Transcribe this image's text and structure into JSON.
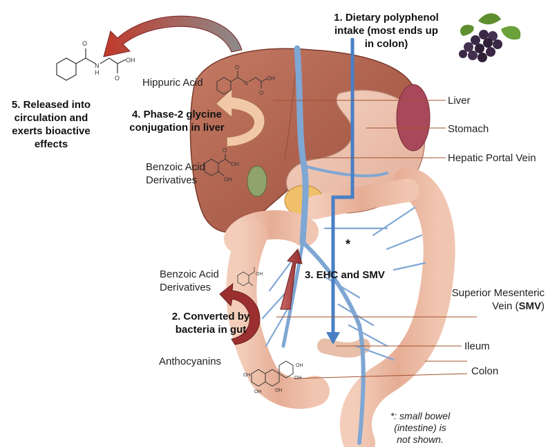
{
  "steps": {
    "step1_line1": "1.  Dietary polyphenol",
    "step1_line2": "intake (most ends up",
    "step1_line3": "in colon)",
    "step2_line1": "2. Converted by",
    "step2_line2": "bacteria in gut",
    "step3": "3. EHC and SMV",
    "step4_line1": "4. Phase-2 glycine",
    "step4_line2": "conjugation in liver",
    "step5_line1": "5. Released into",
    "step5_line2": "circulation and",
    "step5_line3": "exerts bioactive",
    "step5_line4": "effects"
  },
  "compounds": {
    "hippuric_acid": "Hippuric Acid",
    "benzoic_upper_line1": "Benzoic Acid",
    "benzoic_upper_line2": "Derivatives",
    "benzoic_lower_line1": "Benzoic Acid",
    "benzoic_lower_line2": "Derivatives",
    "anthocyanins": "Anthocyanins"
  },
  "organs": {
    "liver": "Liver",
    "stomach": "Stomach",
    "hepatic_portal_vein": "Hepatic Portal Vein",
    "smv_line1": "Superior Mesenteric",
    "smv_line2_prefix": "Vein (",
    "smv_abbr": "SMV",
    "smv_line2_suffix": ")",
    "ileum": "Ileum",
    "colon": "Colon"
  },
  "footnote": {
    "asterisk": "*",
    "line1": "*: small bowel",
    "line2": "(intestine) is",
    "line3": "not shown."
  },
  "molecule_labels": {
    "o": "O",
    "oh": "OH",
    "n": "N",
    "h": "H"
  },
  "colors": {
    "liver": "#b0604a",
    "colon": "#e8b6a0",
    "vein": "#7fa7d4",
    "flow_arrow": "#4a7fc4",
    "conversion_arrow": "#9b2f2f",
    "conjugation_arrow": "#f2c9a8"
  }
}
